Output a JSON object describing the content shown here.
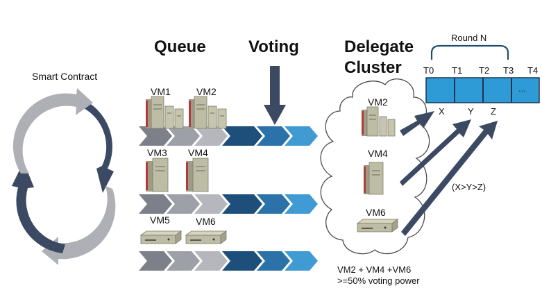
{
  "headings": {
    "queue": "Queue",
    "voting": "Voting",
    "delegate_line1": "Delegate",
    "delegate_line2": "Cluster"
  },
  "cycle": {
    "label": "Smart Contract"
  },
  "queue": {
    "row1": [
      "VM1",
      "VM2"
    ],
    "row2": [
      "VM3",
      "VM4"
    ],
    "row3": [
      "VM5",
      "VM6"
    ]
  },
  "cluster": {
    "vms": [
      "VM2",
      "VM4",
      "VM6"
    ],
    "note_line1": "VM2 + VM4 +VM6",
    "note_line2": ">=50% voting power"
  },
  "round": {
    "title": "Round N",
    "ticks": [
      "T0",
      "T1",
      "T2",
      "T3",
      "T4"
    ],
    "ellipsis": "...",
    "slots": [
      "X",
      "Y",
      "Z"
    ],
    "order": "(X>Y>Z)"
  },
  "colors": {
    "dark_navy": "#3b4a62",
    "cycle_light": "#aeb0b5",
    "chevron_grays": [
      "#7d8089",
      "#9da0a7",
      "#b5b7bd"
    ],
    "chevron_blues": [
      "#1d4f7a",
      "#2b72a8",
      "#3f9bd1"
    ],
    "round_bar": "#2e9bd6",
    "round_bracket": "#1f4e6b",
    "server": "#b9b8a0"
  }
}
